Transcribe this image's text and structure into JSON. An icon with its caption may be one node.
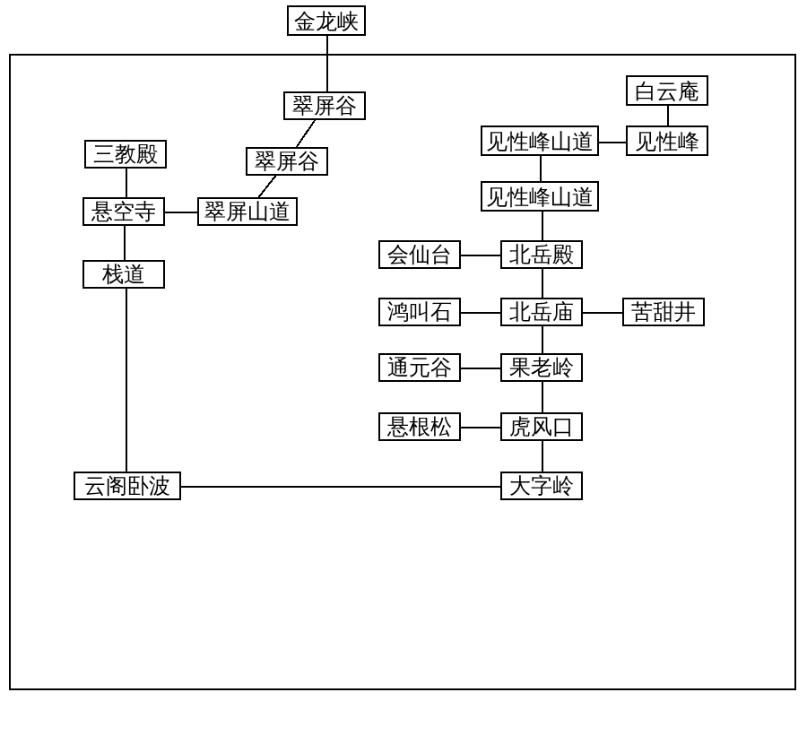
{
  "diagram": {
    "nodes": [
      {
        "text": [
          "金龙峡"
        ]
      },
      {
        "text": [],
        "shape": "box"
      },
      {
        "text": [
          "白云庵"
        ],
        "in": 1
      },
      {
        "text": [
          "翠屏谷"
        ],
        "in": 1
      },
      {
        "text": [
          "见性峰山道"
        ],
        "in": 1
      },
      {
        "text": [
          "见性峰"
        ],
        "in": 1
      },
      {
        "text": [
          "三教殿"
        ],
        "in": 1
      },
      {
        "text": [
          "翠屏谷"
        ],
        "in": 1
      },
      {
        "text": [
          "见性峰山道"
        ],
        "in": 1
      },
      {
        "text": [
          "悬空寺"
        ],
        "in": 1
      },
      {
        "text": [
          "翠屏山道"
        ],
        "in": 1
      },
      {
        "text": [
          "会仙台"
        ],
        "in": 1
      },
      {
        "text": [
          "北岳殿"
        ],
        "in": 1
      },
      {
        "text": [
          "栈道"
        ],
        "in": 1
      },
      {
        "text": [
          "鸿叫石"
        ],
        "in": 1
      },
      {
        "text": [
          "北岳庙"
        ],
        "in": 1
      },
      {
        "text": [
          "苦甜井"
        ],
        "in": 1
      },
      {
        "text": [
          "通元谷"
        ],
        "in": 1
      },
      {
        "text": [
          "果老岭"
        ],
        "in": 1
      },
      {
        "text": [
          "悬根松"
        ],
        "in": 1
      },
      {
        "text": [
          "虎风口"
        ],
        "in": 1
      },
      {
        "text": [
          "云阁卧波"
        ],
        "in": 1
      },
      {
        "text": [
          "大字岭"
        ],
        "in": 1
      }
    ],
    "edges": [
      {
        "from": 0,
        "to": 3,
        "arrow": "none"
      },
      {
        "from": 3,
        "to": 7,
        "arrow": "none"
      },
      {
        "from": 7,
        "to": 10,
        "arrow": "none"
      },
      {
        "from": 6,
        "to": 9,
        "arrow": "none"
      },
      {
        "from": 9,
        "to": 10,
        "arrow": "none"
      },
      {
        "from": 9,
        "to": 13,
        "arrow": "none"
      },
      {
        "from": 13,
        "to": 21,
        "arrow": "none"
      },
      {
        "from": 21,
        "to": 22,
        "arrow": "none"
      },
      {
        "from": 2,
        "to": 5,
        "arrow": "none"
      },
      {
        "from": 4,
        "to": 5,
        "arrow": "none"
      },
      {
        "from": 4,
        "to": 8,
        "arrow": "none"
      },
      {
        "from": 8,
        "to": 12,
        "arrow": "none"
      },
      {
        "from": 11,
        "to": 12,
        "arrow": "none"
      },
      {
        "from": 12,
        "to": 15,
        "arrow": "none"
      },
      {
        "from": 14,
        "to": 15,
        "arrow": "none"
      },
      {
        "from": 15,
        "to": 16,
        "arrow": "none"
      },
      {
        "from": 15,
        "to": 18,
        "arrow": "none"
      },
      {
        "from": 17,
        "to": 18,
        "arrow": "none"
      },
      {
        "from": 18,
        "to": 20,
        "arrow": "none"
      },
      {
        "from": 19,
        "to": 20,
        "arrow": "none"
      },
      {
        "from": 20,
        "to": 22,
        "arrow": "none"
      }
    ]
  }
}
